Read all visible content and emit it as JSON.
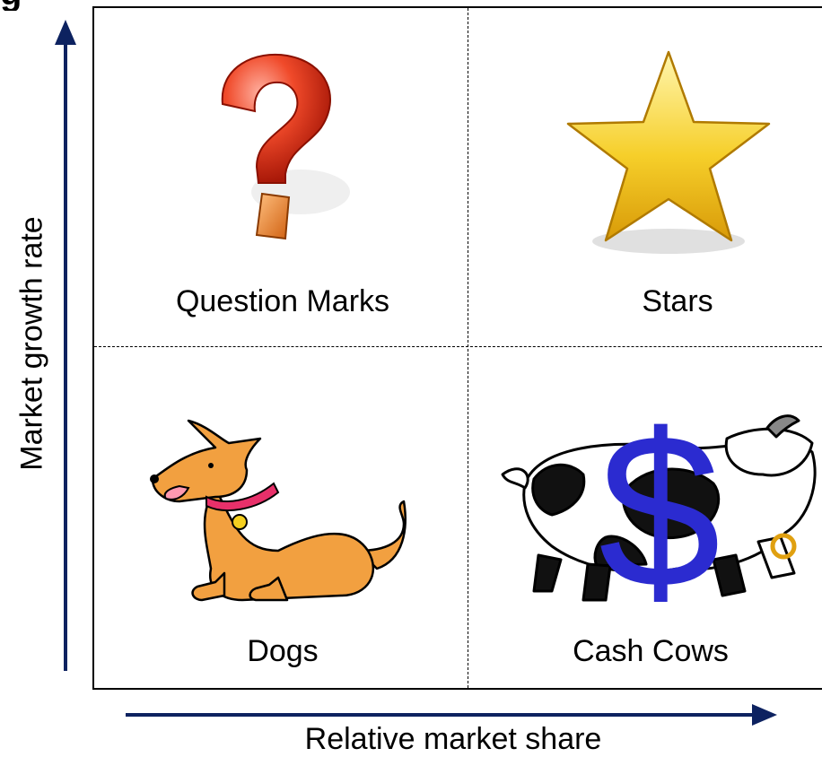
{
  "title": "g",
  "quadrants": {
    "question_marks": "Question Marks",
    "stars": "Stars",
    "dogs": "Dogs",
    "cash_cows": "Cash Cows"
  },
  "axes": {
    "y_label": "Market growth rate",
    "x_label": "Relative market share"
  },
  "icons": {
    "question_mark": "question-mark-icon",
    "star": "star-icon",
    "dog": "dog-icon",
    "cow": "cow-icon",
    "dollar": "dollar-sign-icon"
  },
  "dollar_symbol": "$",
  "colors": {
    "axis_arrow": "#0d2260",
    "question_red": "#e8301a",
    "star_gold": "#f4c21c",
    "dog_orange": "#f2a040",
    "dollar_blue": "#2b2bd0"
  }
}
